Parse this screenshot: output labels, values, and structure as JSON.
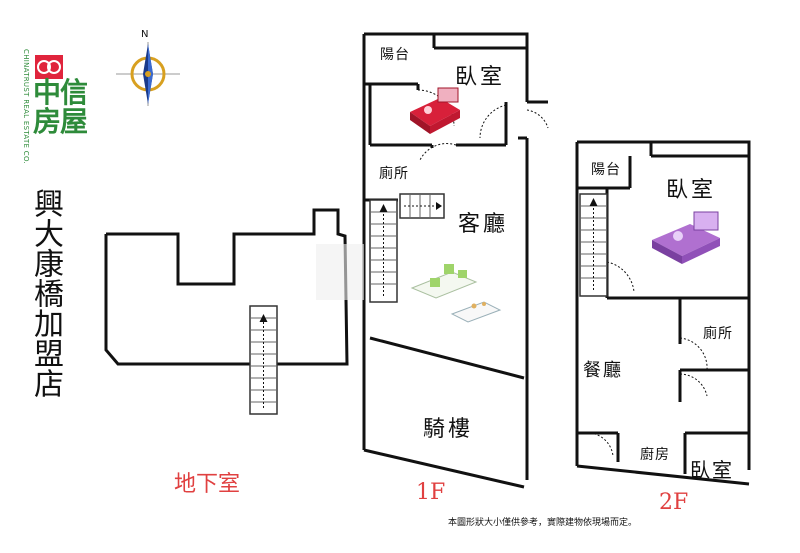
{
  "brand": {
    "name_cn": "中信房屋",
    "name_en": "CHINATRUST REAL ESTATE CO.",
    "brand_color": "#2e8b3a",
    "accent_color": "#e0243c"
  },
  "store_name": "興大康橋加盟店",
  "compass": {
    "north_label": "N"
  },
  "floors": {
    "basement": {
      "label": "地下室"
    },
    "first": {
      "label": "1F",
      "rooms": {
        "balcony": "陽台",
        "bedroom": "臥室",
        "toilet": "廁所",
        "living_room": "客廳",
        "arcade": "騎樓"
      }
    },
    "second": {
      "label": "2F",
      "rooms": {
        "balcony": "陽台",
        "bedroom": "臥室",
        "toilet": "廁所",
        "dining_room": "餐廳",
        "kitchen": "廚房",
        "bedroom_small": "臥室"
      }
    }
  },
  "disclaimer": "本圖形狀大小僅供參考，實際建物依現場而定。",
  "colors": {
    "wall": "#111111",
    "floor_label": "#e04040",
    "bed_red": "#d8203a",
    "bed_purple": "#b070d0",
    "sofa_green": "#9fd46a"
  }
}
